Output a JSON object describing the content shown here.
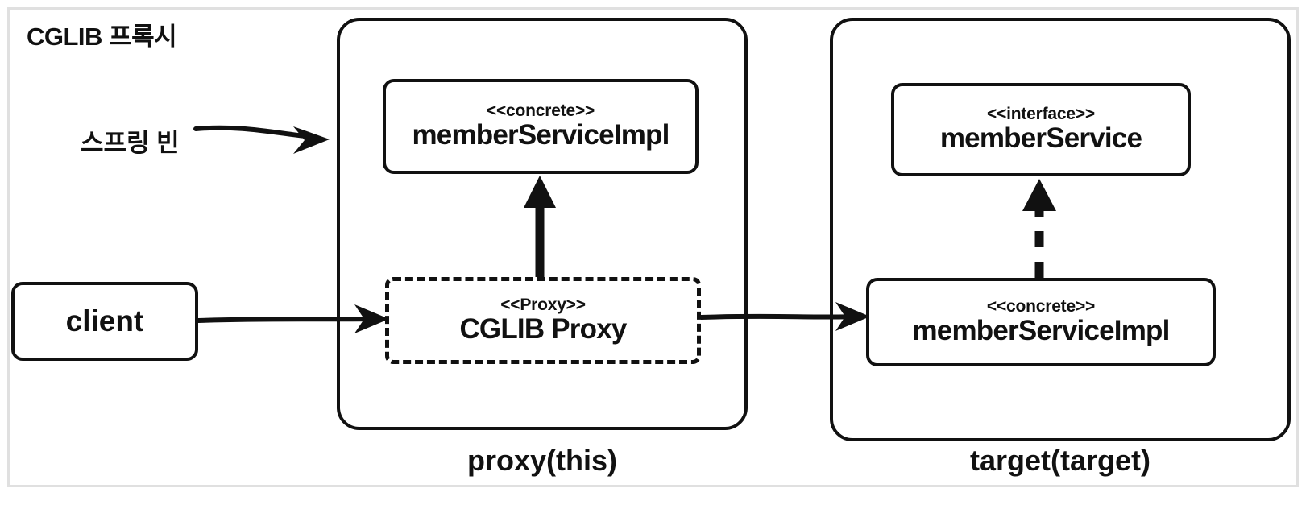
{
  "diagram": {
    "title": "CGLIB 프록시",
    "annotations": {
      "spring_bean": "스프링 빈"
    },
    "groups": [
      {
        "id": "proxy-group",
        "caption": "proxy(this)"
      },
      {
        "id": "target-group",
        "caption": "target(target)"
      }
    ],
    "boxes": {
      "client": {
        "name": "client"
      },
      "proxy_concrete": {
        "stereotype": "<<concrete>>",
        "name": "memberServiceImpl"
      },
      "cglib_proxy": {
        "stereotype": "<<Proxy>>",
        "name": "CGLIB Proxy"
      },
      "target_interface": {
        "stereotype": "<<interface>>",
        "name": "memberService"
      },
      "target_concrete": {
        "stereotype": "<<concrete>>",
        "name": "memberServiceImpl"
      }
    },
    "colors": {
      "stroke": "#111111",
      "background": "#ffffff",
      "frame": "#e0e0e0"
    }
  }
}
